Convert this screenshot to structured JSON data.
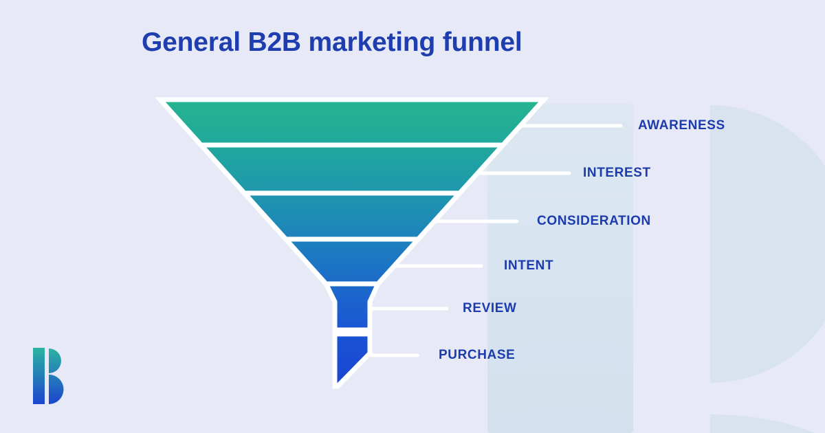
{
  "title": "General B2B marketing funnel",
  "funnel": {
    "type": "funnel-diagram",
    "stages": [
      {
        "label": "AWARENESS"
      },
      {
        "label": "INTEREST"
      },
      {
        "label": "CONSIDERATION"
      },
      {
        "label": "INTENT"
      },
      {
        "label": "REVIEW"
      },
      {
        "label": "PURCHASE"
      }
    ],
    "gradient_top_color": "#25B58E",
    "gradient_bottom_color": "#1A43D1",
    "divider_color": "#FFFFFF"
  },
  "colors": {
    "background": "#E7EAF6",
    "ghost_watermark": "#D8E3EF",
    "title_text": "#1E3DAE",
    "label_text": "#1C3BAC",
    "leader_line": "#FFFFFF"
  },
  "logo": {
    "name": "breadcrumbs-b-logo"
  }
}
